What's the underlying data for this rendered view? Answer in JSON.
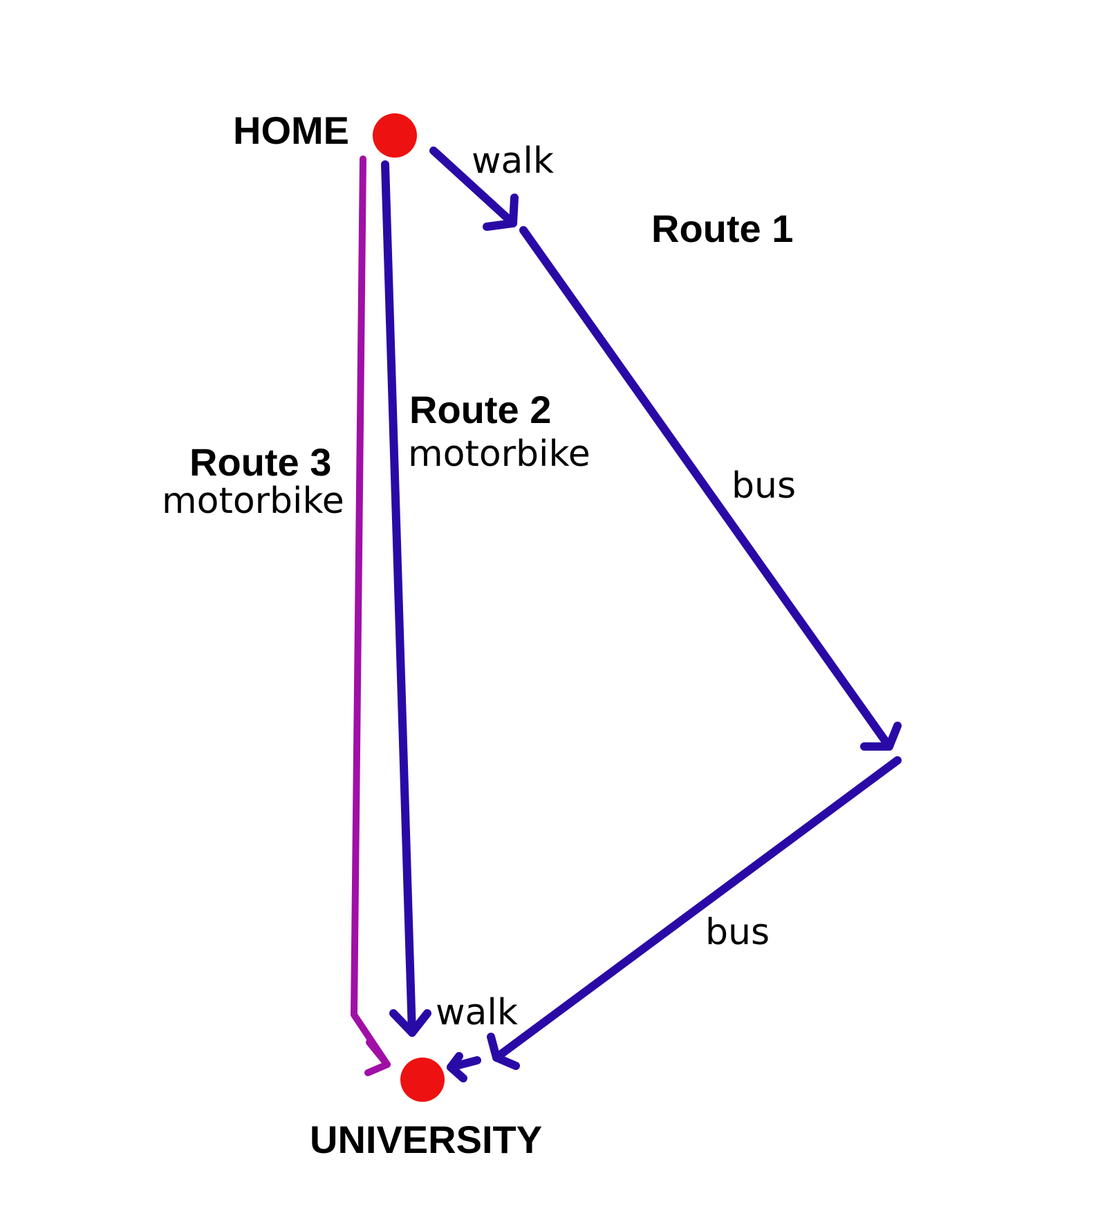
{
  "colors": {
    "node": "#ee1111",
    "route_blue": "#2a0aa6",
    "route_purple": "#a010a6"
  },
  "nodes": {
    "home": "HOME",
    "university": "UNIVERSITY"
  },
  "routes": {
    "route1": {
      "title": "Route 1",
      "segments": {
        "walk_start": "walk",
        "bus_first": "bus",
        "bus_second": "bus",
        "walk_end": "walk"
      }
    },
    "route2": {
      "title": "Route 2",
      "mode": "motorbike"
    },
    "route3": {
      "title": "Route 3",
      "mode": "motorbike"
    }
  }
}
